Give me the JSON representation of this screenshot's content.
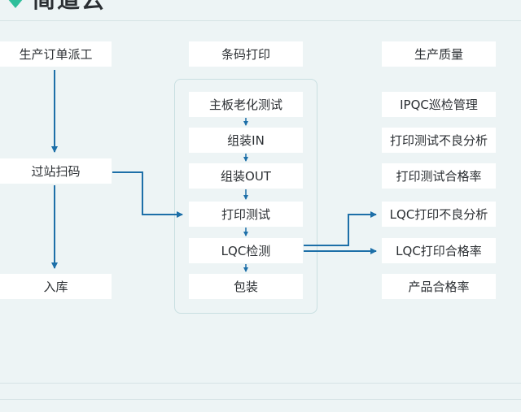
{
  "brand": {
    "name": "简道云",
    "accent": "#1d6fa8",
    "logo_color": "#2fbf9b"
  },
  "columns": {
    "left": {
      "header": "生产订单派工",
      "items": [
        "过站扫码",
        "入库"
      ]
    },
    "middle": {
      "header": "条码打印",
      "items": [
        "主板老化测试",
        "组装IN",
        "组装OUT",
        "打印测试",
        "LQC检测",
        "包装"
      ]
    },
    "right": {
      "header": "生产质量",
      "items": [
        "IPQC巡检管理",
        "打印测试不良分析",
        "打印测试合格率",
        "LQC打印不良分析",
        "LQC打印合格率",
        "产品合格率"
      ]
    }
  }
}
